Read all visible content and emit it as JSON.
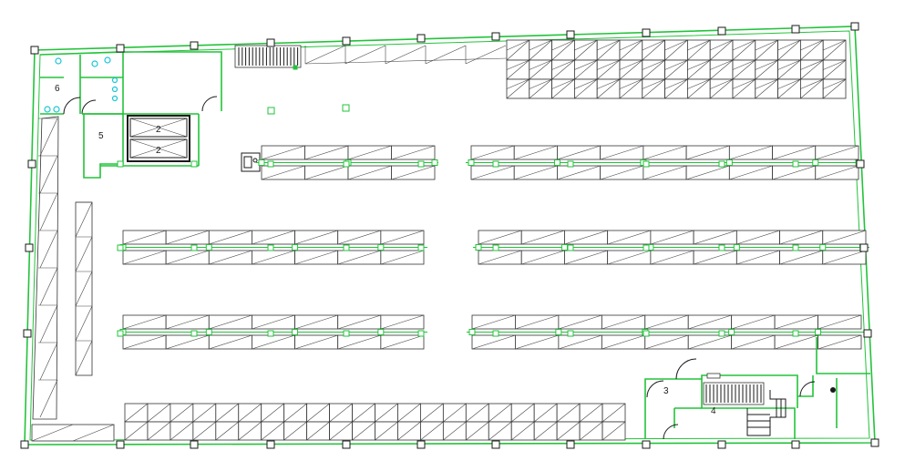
{
  "room_labels": [
    {
      "id": "room-6",
      "text": "6"
    },
    {
      "id": "room-5",
      "text": "5"
    },
    {
      "id": "elevator-a",
      "text": "2"
    },
    {
      "id": "elevator-b",
      "text": "2"
    },
    {
      "id": "room-3",
      "text": "3"
    },
    {
      "id": "room-4",
      "text": "4"
    }
  ],
  "colors": {
    "wall": "#22c33a",
    "rack": "#333333",
    "fixture": "#19c6d6",
    "background": "#ffffff"
  }
}
